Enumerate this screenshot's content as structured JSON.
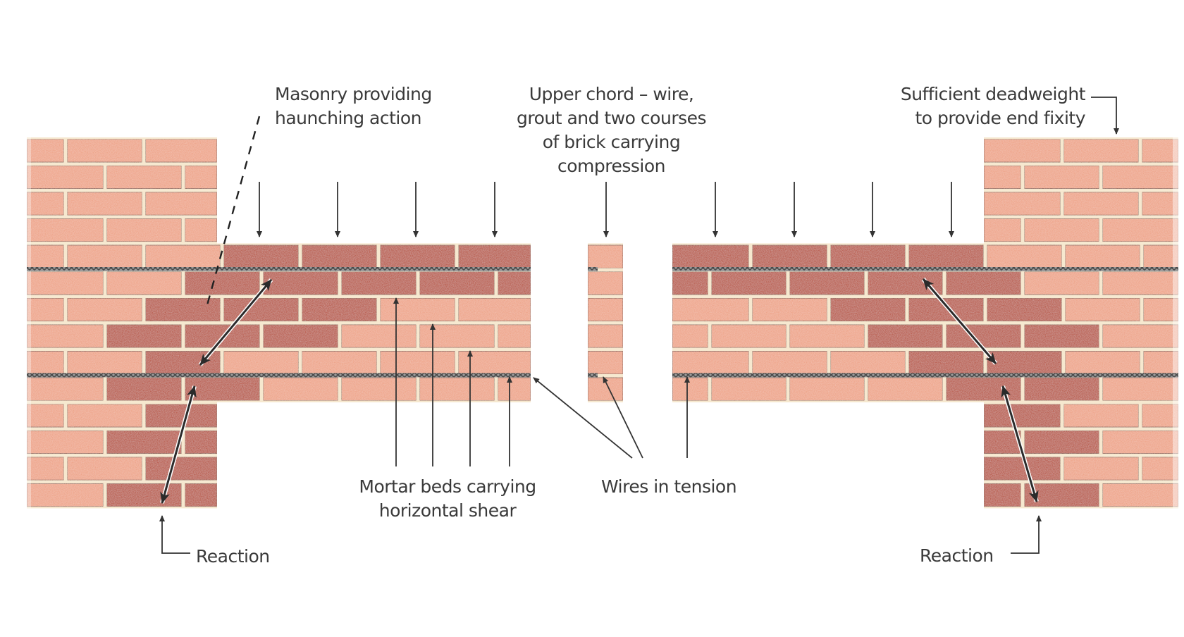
{
  "figure": {
    "title": "Reinforced brick beam with end fixity",
    "labels": {
      "haunching": [
        "Masonry providing",
        "haunching action"
      ],
      "upper_chord": [
        "Upper chord – wire,",
        "grout and two courses",
        "of brick carrying",
        "compression"
      ],
      "deadweight": [
        "Sufficient deadweight",
        "to provide end fixity"
      ],
      "mortar_beds": [
        "Mortar beds carrying",
        "horizontal shear"
      ],
      "wires": [
        "Wires in tension"
      ],
      "reaction_left": [
        "Reaction"
      ],
      "reaction_right": [
        "Reaction"
      ]
    },
    "colors": {
      "brick_light": "#eea184",
      "brick_dark": "#b8533f",
      "mortar": "#f6e8cf",
      "brick_edge": "#8a5a4a",
      "wire": "#6b6b6b",
      "arrow": "#333333",
      "text": "#3a3a3a"
    },
    "load_arrows_count": 9,
    "wire_rows": 2
  }
}
